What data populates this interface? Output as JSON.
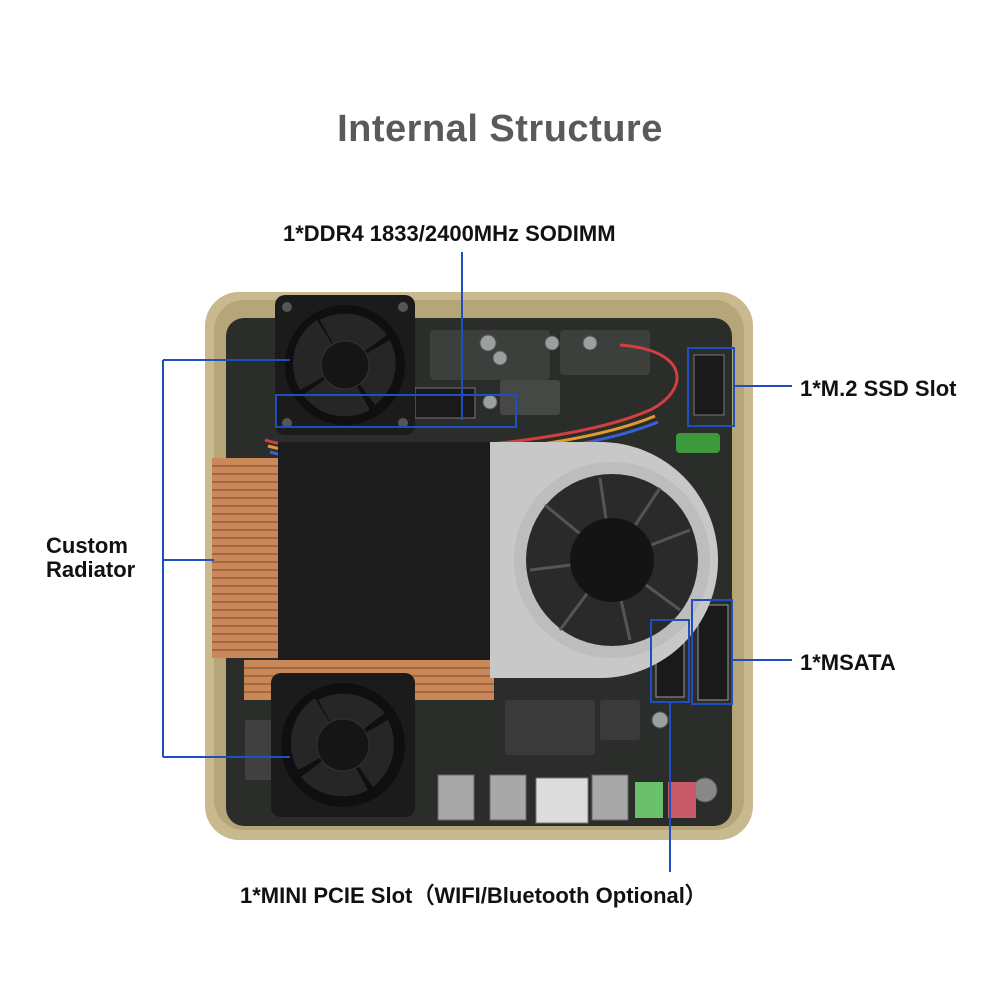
{
  "title": "Internal Structure",
  "callouts": {
    "ddr4": "1*DDR4 1833/2400MHz SODIMM",
    "m2": "1*M.2 SSD Slot",
    "radiator": "Custom Radiator",
    "msata": "1*MSATA",
    "mini_pcie": "1*MINI PCIE Slot（WIFI/Bluetooth Optional）"
  },
  "colors": {
    "callout_line": "#1f4fbf",
    "title": "#5a5a5a",
    "chassis": "#c9b98f",
    "pcb": "#2b2d2b",
    "copper": "#c9875a",
    "heatsink_black": "#1c1c1c",
    "fan_shroud": "#c8c8c8"
  },
  "icons": [
    "fan-icon",
    "blower-fan-icon",
    "usb-port-icon",
    "ethernet-port-icon",
    "audio-jack-icon"
  ]
}
